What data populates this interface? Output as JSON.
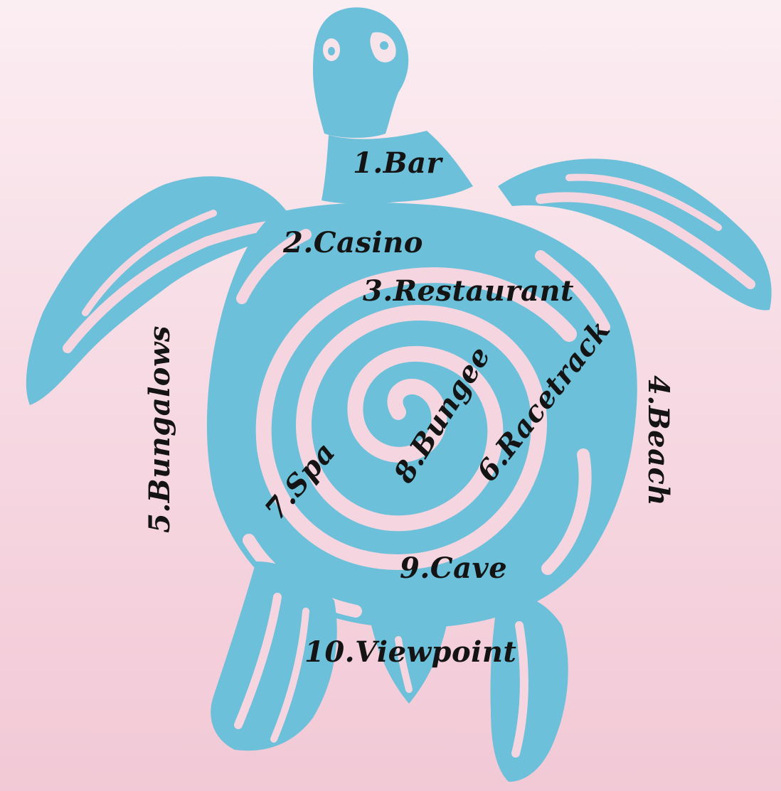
{
  "map": {
    "colors": {
      "background_top": "#fbeef2",
      "background_bottom": "#f2c9d6",
      "turtle": "#6cc0d9",
      "label_text": "#141414"
    },
    "locations": [
      {
        "number": "1",
        "text": "1.Bar"
      },
      {
        "number": "2",
        "text": "2.Casino"
      },
      {
        "number": "3",
        "text": "3.Restaurant"
      },
      {
        "number": "4",
        "text": "4.Beach"
      },
      {
        "number": "5",
        "text": "5.Bungalows"
      },
      {
        "number": "6",
        "text": "6.Racetrack"
      },
      {
        "number": "7",
        "text": "7.Spa"
      },
      {
        "number": "8",
        "text": "8.Bungee"
      },
      {
        "number": "9",
        "text": "9.Cave"
      },
      {
        "number": "10",
        "text": "10.Viewpoint"
      }
    ]
  }
}
